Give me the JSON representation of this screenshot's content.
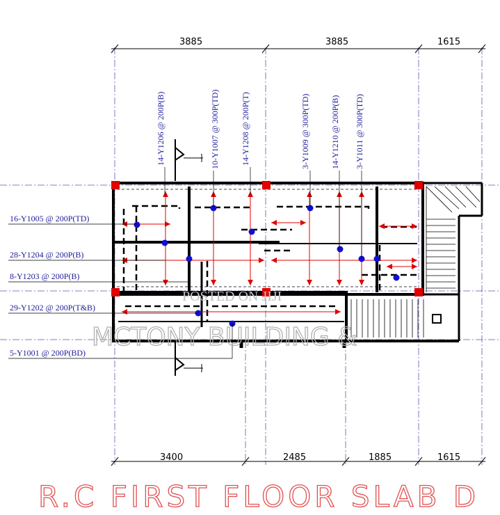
{
  "title": "R.C FIRST FLOOR SLAB D",
  "watermark": {
    "line1": "POSTED ON JIJI",
    "line2": "MCTONY BUILDING &"
  },
  "top_dimensions": [
    "3885",
    "3885",
    "1615"
  ],
  "bottom_dimensions": [
    "3400",
    "2485",
    "1885",
    "1615"
  ],
  "left_callouts": [
    "16-Y1005 @ 200P(TD)",
    "28-Y1204 @ 200P(B)",
    "8-Y1203 @ 200P(B)",
    "29-Y1202 @ 200P(T&B)",
    "5-Y1001 @ 200P(BD)"
  ],
  "vertical_callouts": [
    "14-Y1206 @ 200P(B)",
    "10-Y1007 @ 300P(TD)",
    "14-Y1208 @ 200P(T)",
    "3-Y1009 @ 300P(TD)",
    "14-Y1210 @ 200P(B)",
    "3-Y1011 @ 300P(TD)"
  ],
  "colors": {
    "callout_text": "#1a1a99",
    "grid_line": "#5a5ab0",
    "column": "#e00000",
    "arrow": "#e00000",
    "dot": "#1010d0",
    "title": "#e05050"
  }
}
